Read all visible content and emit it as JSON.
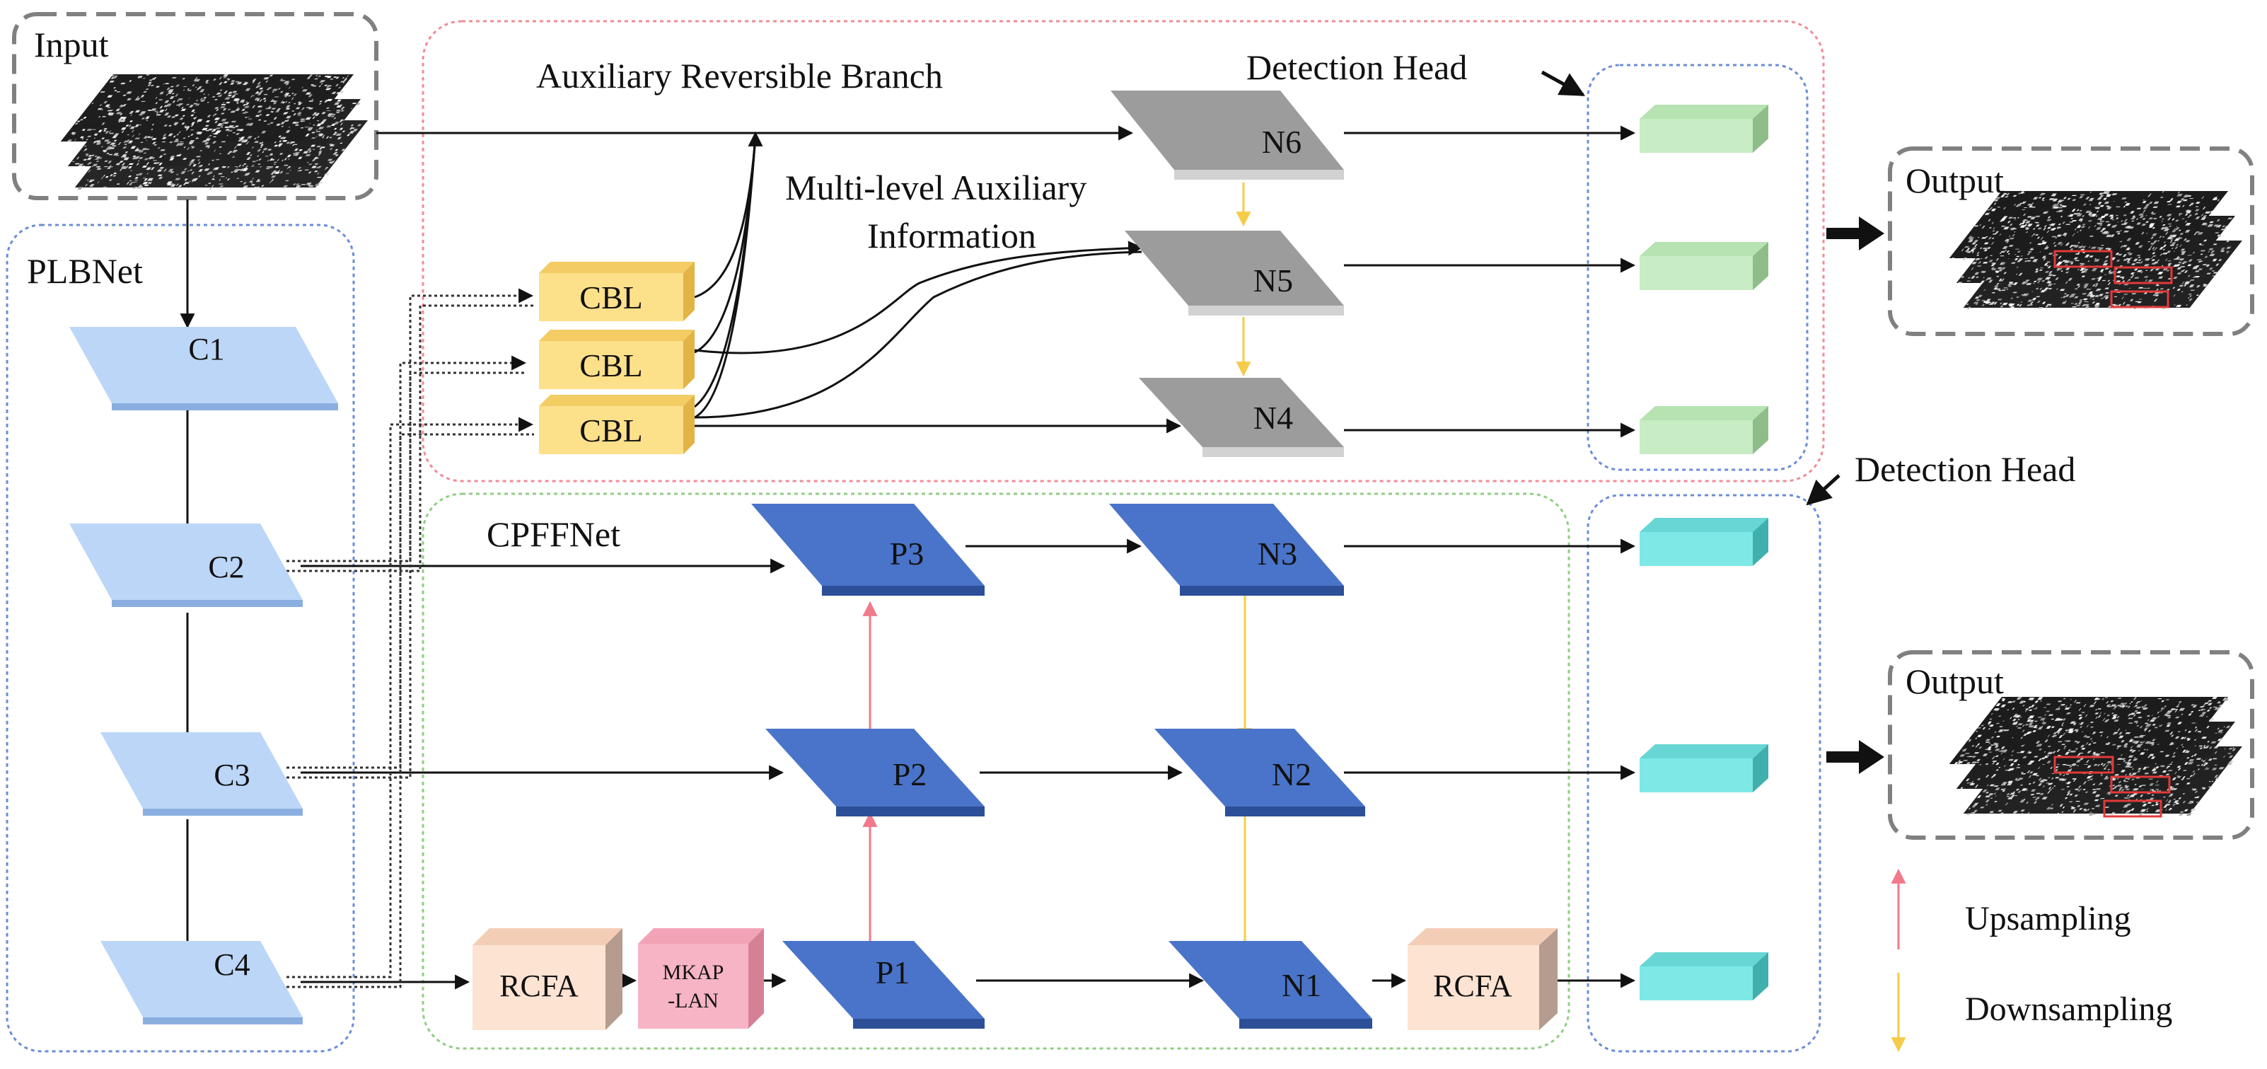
{
  "labels": {
    "input": "Input",
    "output_top": "Output",
    "output_bottom": "Output",
    "plbnet": "PLBNet",
    "cpffnet": "CPFFNet",
    "aux_branch": "Auxiliary Reversible Branch",
    "multi_level_line1": "Multi-level Auxiliary",
    "multi_level_line2": "Information",
    "detection_head_top": "Detection Head",
    "detection_head_bottom": "Detection Head"
  },
  "backbone": [
    "C1",
    "C2",
    "C3",
    "C4"
  ],
  "aux_cbl": [
    "CBL",
    "CBL",
    "CBL"
  ],
  "aux_nodes": [
    "N6",
    "N5",
    "N4"
  ],
  "pyramid": [
    "P3",
    "P2",
    "P1"
  ],
  "path_nodes": [
    "N3",
    "N2",
    "N1"
  ],
  "modules": {
    "rcfa_left": "RCFA",
    "mkap_line1": "MKAP",
    "mkap_line2": "-LAN",
    "rcfa_right": "RCFA"
  },
  "legend": {
    "upsampling": "Upsampling",
    "downsampling": "Downsampling",
    "up_color": "#f07a8a",
    "down_color": "#f4cc4a"
  },
  "colors": {
    "backbone_fill": "#bcd6f7",
    "aux_node_fill": "#9c9c9c",
    "feature_fill": "#4a74c9",
    "cbl_fill": "#fde08a",
    "head_green": "#c8ecc4",
    "head_cyan": "#7ee8e6",
    "rcfa_fill": "#fde3d2",
    "mkap_fill": "#f6b4c4",
    "red_frame": "#f08c98",
    "green_frame": "#8fce82",
    "blue_frame": "#6b8dd6"
  }
}
